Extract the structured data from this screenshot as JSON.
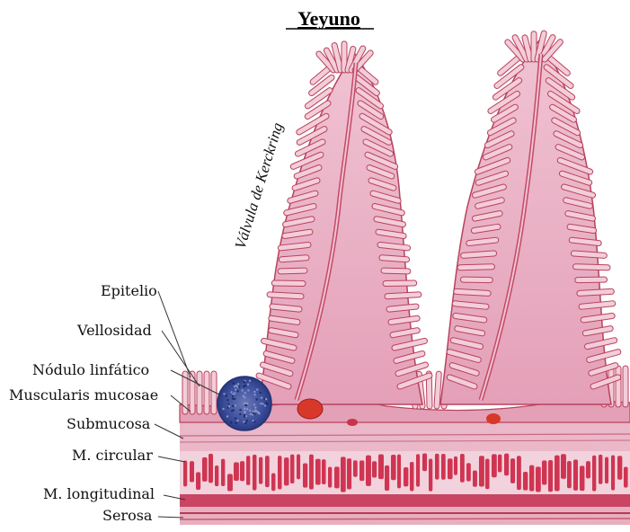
{
  "title": "Yeyuno",
  "valve_label": "Válvula de Kerckring",
  "labels": {
    "epitelio": "Epitelio",
    "vellosidad": "Vellosidad",
    "nodulo": "Nódulo linfático",
    "muscularis": "Muscularis mucosae",
    "submucosa": "Submucosa",
    "circular": "M. circular",
    "longitudinal": "M. longitudinal",
    "serosa": "Serosa"
  },
  "colors": {
    "tissue_pink": "#e6a9c0",
    "tissue_dark": "#b8425e",
    "muscle_red": "#cf3552",
    "nodule_blue": "#3c4f9c",
    "vessel_red": "#d8382a"
  }
}
